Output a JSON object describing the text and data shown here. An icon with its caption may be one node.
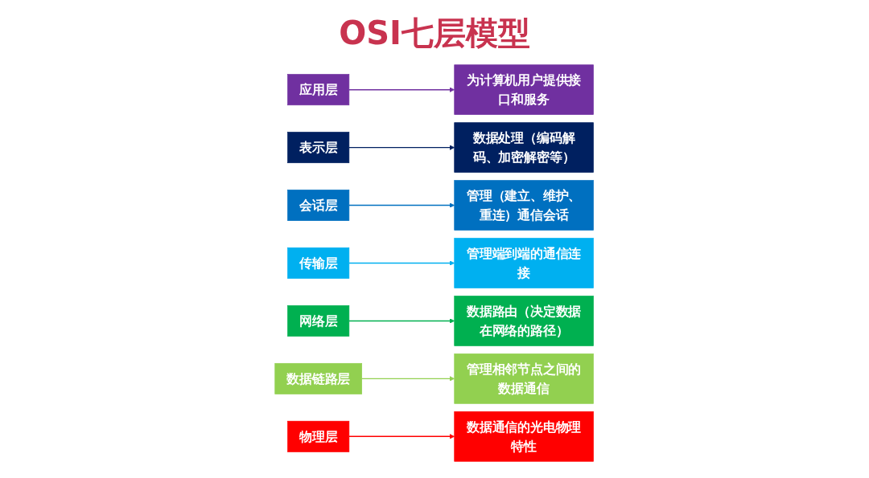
{
  "diagram": {
    "title": "OSI七层模型",
    "nodes": [
      {
        "text": [
          "应用层"
        ]
      },
      {
        "text": [
          "为计算机用户提供接口和服务"
        ]
      },
      {
        "text": [
          "表示层"
        ]
      },
      {
        "text": [
          "数据处理（编码解码、加密解密等）"
        ]
      },
      {
        "text": [
          "会话层"
        ]
      },
      {
        "text": [
          "管理（建立、维护、重连）通信会话"
        ]
      },
      {
        "text": [
          "传输层"
        ]
      },
      {
        "text": [
          "管理端到端的通信连接"
        ]
      },
      {
        "text": [
          "网络层"
        ]
      },
      {
        "text": [
          "数据路由（决定数据在网络的路径）"
        ]
      },
      {
        "text": [
          "数据链路层"
        ]
      },
      {
        "text": [
          "管理相邻节点之间的数据通信"
        ]
      },
      {
        "text": [
          "物理层"
        ]
      },
      {
        "text": [
          "数据通信的光电物理特性"
        ]
      }
    ],
    "edges": [
      {
        "from": 0,
        "to": 1,
        "arrow": "to",
        "color": "#7030a0"
      },
      {
        "from": 2,
        "to": 3,
        "arrow": "to",
        "color": "#002060"
      },
      {
        "from": 4,
        "to": 5,
        "arrow": "to",
        "color": "#0070c0"
      },
      {
        "from": 6,
        "to": 7,
        "arrow": "to",
        "color": "#00b0f0"
      },
      {
        "from": 8,
        "to": 9,
        "arrow": "to",
        "color": "#00b050"
      },
      {
        "from": 10,
        "to": 11,
        "arrow": "to",
        "color": "#92d050"
      },
      {
        "from": 12,
        "to": 13,
        "arrow": "to",
        "color": "#ff0000"
      }
    ]
  }
}
